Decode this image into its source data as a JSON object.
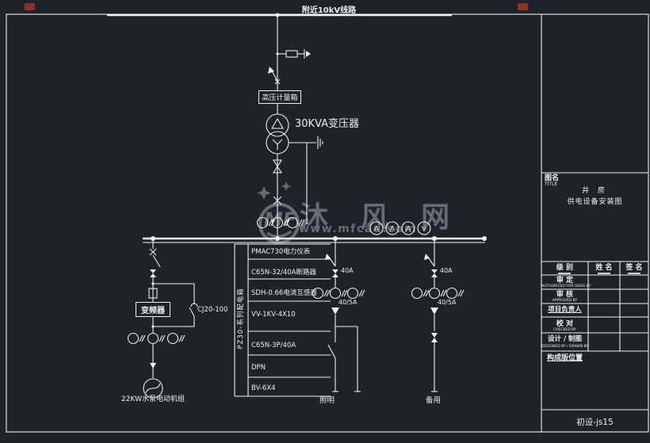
{
  "incoming": {
    "line_label": "附近10kV线路",
    "metering_box": "高压计量箱",
    "transformer_label": "30KVA变压器"
  },
  "instruments": [
    "A",
    "A",
    "A",
    "V"
  ],
  "branches": {
    "pump": {
      "vfd": "变频器",
      "contactor": "CJ20-100",
      "motor": "22KW水泵电动机组"
    },
    "lighting": {
      "breaker": "40A",
      "ct": "40/5A",
      "name": "照明"
    },
    "spare": {
      "breaker": "40A",
      "ct": "40/5A",
      "name": "备用"
    }
  },
  "panel_table": {
    "column_label": "PZ30-系列配电箱",
    "rows": [
      "PMAC730电力仪表",
      "C65N-32/40A断路器",
      "SDH-0.66电流互感器",
      "VV-1KV-4X10",
      "C65N-3P/40A",
      "DPN",
      "BV-6X4"
    ]
  },
  "watermark": {
    "logo": "MF",
    "name": "沐 风 网",
    "url": "www.mfcad.com"
  },
  "title_block": {
    "name_label": "图名",
    "name_label_en": "TITLE",
    "drawing_title_line1": "井 房",
    "drawing_title_line2": "供电设备安装图",
    "header": {
      "col1": "级 别",
      "col2": "姓 名",
      "col3": "签 名"
    },
    "rows": [
      {
        "label": "审 定",
        "en": "AUTHORIZED FOR ISSUE BY"
      },
      {
        "label": "审 核",
        "en": "APPROVED BY"
      },
      {
        "label": "项目负责人",
        "en": ""
      },
      {
        "label": "校 对",
        "en": "CHECKED BY"
      },
      {
        "label": "设计 / 制图",
        "en": "DESIGNED BY / DRAWN BY"
      }
    ],
    "archive_label": "构成版位置",
    "stage_code": "初设-js15"
  },
  "colors": {
    "background": "#1d222b",
    "line": "#edf0f4",
    "watermark": "#666c75"
  }
}
